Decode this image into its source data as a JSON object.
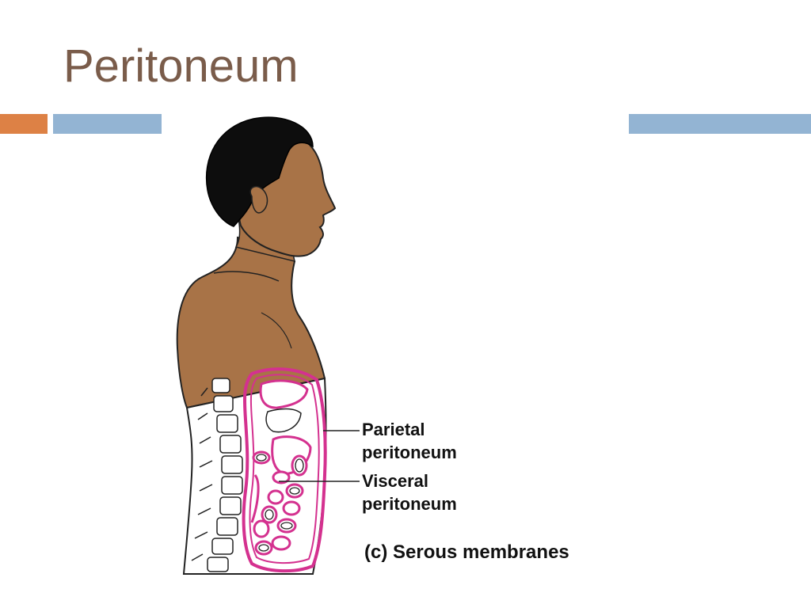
{
  "slide": {
    "title": "Peritoneum"
  },
  "colors": {
    "title": "#7a5c4a",
    "accent_orange": "#dd8145",
    "accent_blue": "#93b4d3",
    "skin": "#a87347",
    "membrane": "#d4318f"
  },
  "figure": {
    "labels": {
      "parietal_line1": "Parietal",
      "parietal_line2": "peritoneum",
      "visceral_line1": "Visceral",
      "visceral_line2": "peritoneum"
    },
    "caption": "(c) Serous membranes"
  }
}
